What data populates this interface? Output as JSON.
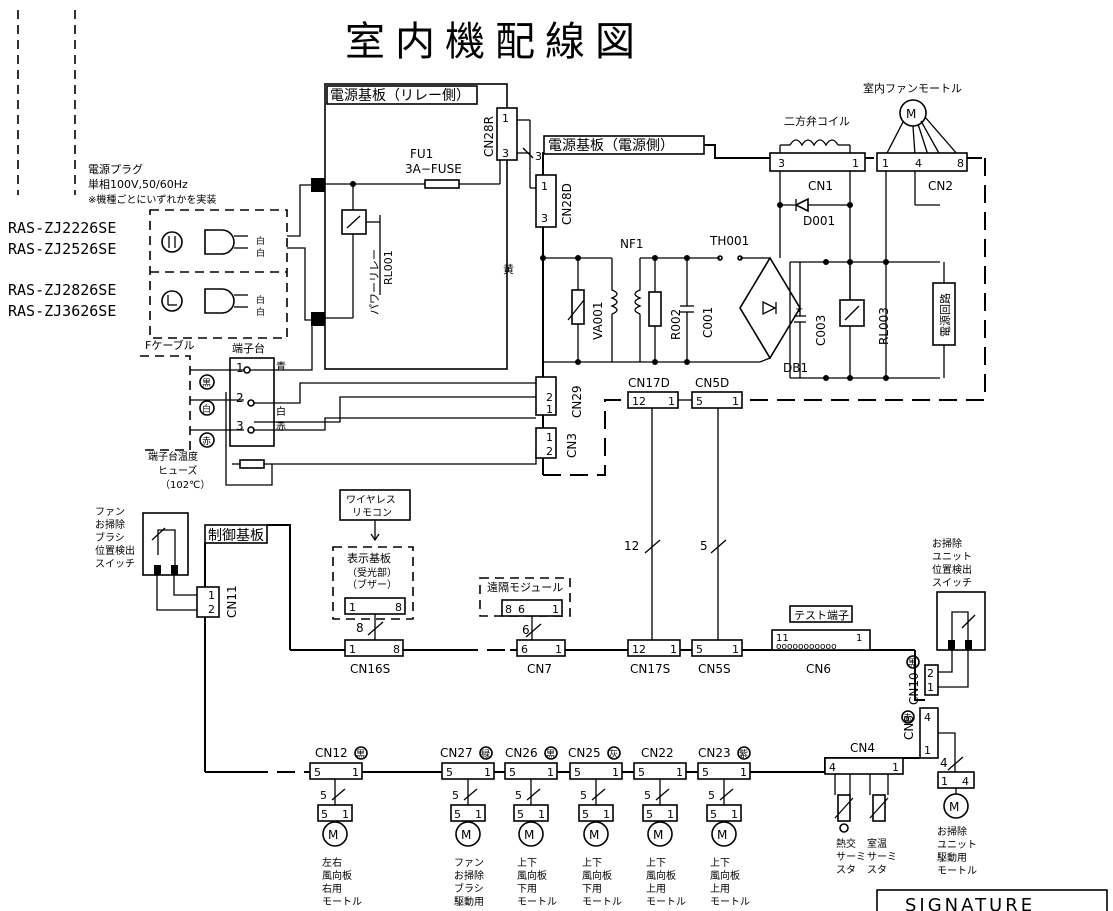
{
  "title": "室内機配線図",
  "boards": {
    "power_relay": "電源基板（リレー側）",
    "power_supply": "電源基板（電源側）",
    "control": "制御基板"
  },
  "power_plug": {
    "line1": "電源プラグ",
    "line2": "単相100V,50/60Hz",
    "line3": "※機種ごとにいずれかを実装"
  },
  "models": [
    "RAS-ZJ2226SE",
    "RAS-ZJ2526SE",
    "RAS-ZJ2826SE",
    "RAS-ZJ3626SE"
  ],
  "plug_wire_labels": [
    "白",
    "白",
    "白",
    "白"
  ],
  "f_cable": "Fケーブル",
  "terminal": {
    "title": "端子台",
    "nums": [
      "1",
      "2",
      "3"
    ],
    "colors_circled": [
      "黒",
      "白",
      "赤"
    ],
    "wire_labels": [
      "青",
      "白",
      "赤"
    ],
    "fuse_label": [
      "端子台温度",
      "ヒューズ",
      "（102℃）"
    ]
  },
  "relay": {
    "fuse": "FU1",
    "fuse_rating": "3A−FUSE",
    "label1": "パワーリレー",
    "label2": "RL001",
    "wire_yellow": "黄"
  },
  "connectors": {
    "cn28r": "CN28R",
    "cn28d": "CN28D",
    "cn29": "CN29",
    "cn3": "CN3",
    "cn1": "CN1",
    "cn2": "CN2",
    "cn17d": "CN17D",
    "cn5d": "CN5D",
    "cn16s": "CN16S",
    "cn7": "CN7",
    "cn17s": "CN17S",
    "cn5s": "CN5S",
    "cn6": "CN6",
    "cn11": "CN11",
    "cn10": "CN10",
    "cn8": "CN8",
    "cn4": "CN4",
    "cn12": "CN12",
    "cn27": "CN27",
    "cn26": "CN26",
    "cn25": "CN25",
    "cn22": "CN22",
    "cn23": "CN23"
  },
  "circled_colors": {
    "cn12": "黒",
    "cn27": "緑",
    "cn26": "黒",
    "cn25": "灰",
    "cn23": "紫",
    "cn10": "黒",
    "cn8": "赤"
  },
  "components": {
    "nf1": "NF1",
    "th001": "TH001",
    "va001": "VA001",
    "r002": "R002",
    "c001": "C001",
    "db1": "DB1",
    "c003": "C003",
    "rl003": "RL003",
    "d001": "D001",
    "power_circuit": "電源回路",
    "valve_coil": "二方弁コイル",
    "indoor_fan_motor": "室内ファンモートル",
    "motor_symbol": "M"
  },
  "pin_numbers": [
    "1",
    "2",
    "3",
    "4",
    "5",
    "6",
    "8",
    "11",
    "12"
  ],
  "wire_counts": {
    "w12": "12",
    "w5": "5",
    "w8": "8",
    "w6": "6",
    "w4": "4"
  },
  "display_board": {
    "line1": "表示基板",
    "line2": "（受光部）",
    "line3": "（ブザー）"
  },
  "wireless": {
    "line1": "ワイヤレス",
    "line2": "リモコン"
  },
  "remote_module": "遠隔モジュール",
  "test_terminal": "テスト端子",
  "fan_switch": [
    "ファン",
    "お掃除",
    "ブラシ",
    "位置検出",
    "スイッチ"
  ],
  "unit_switch": [
    "お掃除",
    "ユニット",
    "位置検出",
    "スイッチ"
  ],
  "motor_labels": [
    [
      "左右",
      "風向板",
      "右用",
      "モートル"
    ],
    [
      "ファン",
      "お掃除",
      "ブラシ",
      "駆動用"
    ],
    [
      "上下",
      "風向板",
      "下用",
      "モートル"
    ],
    [
      "上下",
      "風向板",
      "下用",
      "モートル"
    ],
    [
      "上下",
      "風向板",
      "上用",
      "モートル"
    ],
    [
      "上下",
      "風向板",
      "上用",
      "モートル"
    ]
  ],
  "unit_motor": [
    "お掃除",
    "ユニット",
    "駆動用",
    "モートル"
  ],
  "thermistors": [
    [
      "熱交",
      "サーミ",
      "スタ"
    ],
    [
      "室温",
      "サーミ",
      "スタ"
    ]
  ],
  "signature": "SIGNATURE"
}
